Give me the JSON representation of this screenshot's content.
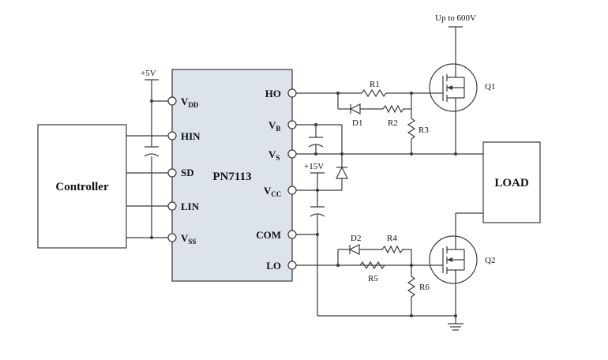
{
  "colors": {
    "ic_fill": "#dde3ea",
    "wire": "#3a3a3a",
    "text": "#111111"
  },
  "supplies": {
    "v5": "+5V",
    "v15": "+15V",
    "hv": "Up to 600V"
  },
  "controller": {
    "label": "Controller"
  },
  "ic": {
    "part": "PN7113",
    "left_pins": [
      {
        "main": "V",
        "sub": "DD"
      },
      {
        "main": "HIN",
        "sub": ""
      },
      {
        "main": "SD",
        "sub": ""
      },
      {
        "main": "LIN",
        "sub": ""
      },
      {
        "main": "V",
        "sub": "SS"
      }
    ],
    "right_pins": [
      {
        "main": "HO",
        "sub": ""
      },
      {
        "main": "V",
        "sub": "B"
      },
      {
        "main": "V",
        "sub": "S"
      },
      {
        "main": "V",
        "sub": "CC"
      },
      {
        "main": "COM",
        "sub": ""
      },
      {
        "main": "LO",
        "sub": ""
      }
    ]
  },
  "components": {
    "r1": "R1",
    "r2": "R2",
    "r3": "R3",
    "d1": "D1",
    "r4": "R4",
    "r5": "R5",
    "r6": "R6",
    "d2": "D2",
    "q1": "Q1",
    "q2": "Q2"
  },
  "load": {
    "label": "LOAD"
  }
}
